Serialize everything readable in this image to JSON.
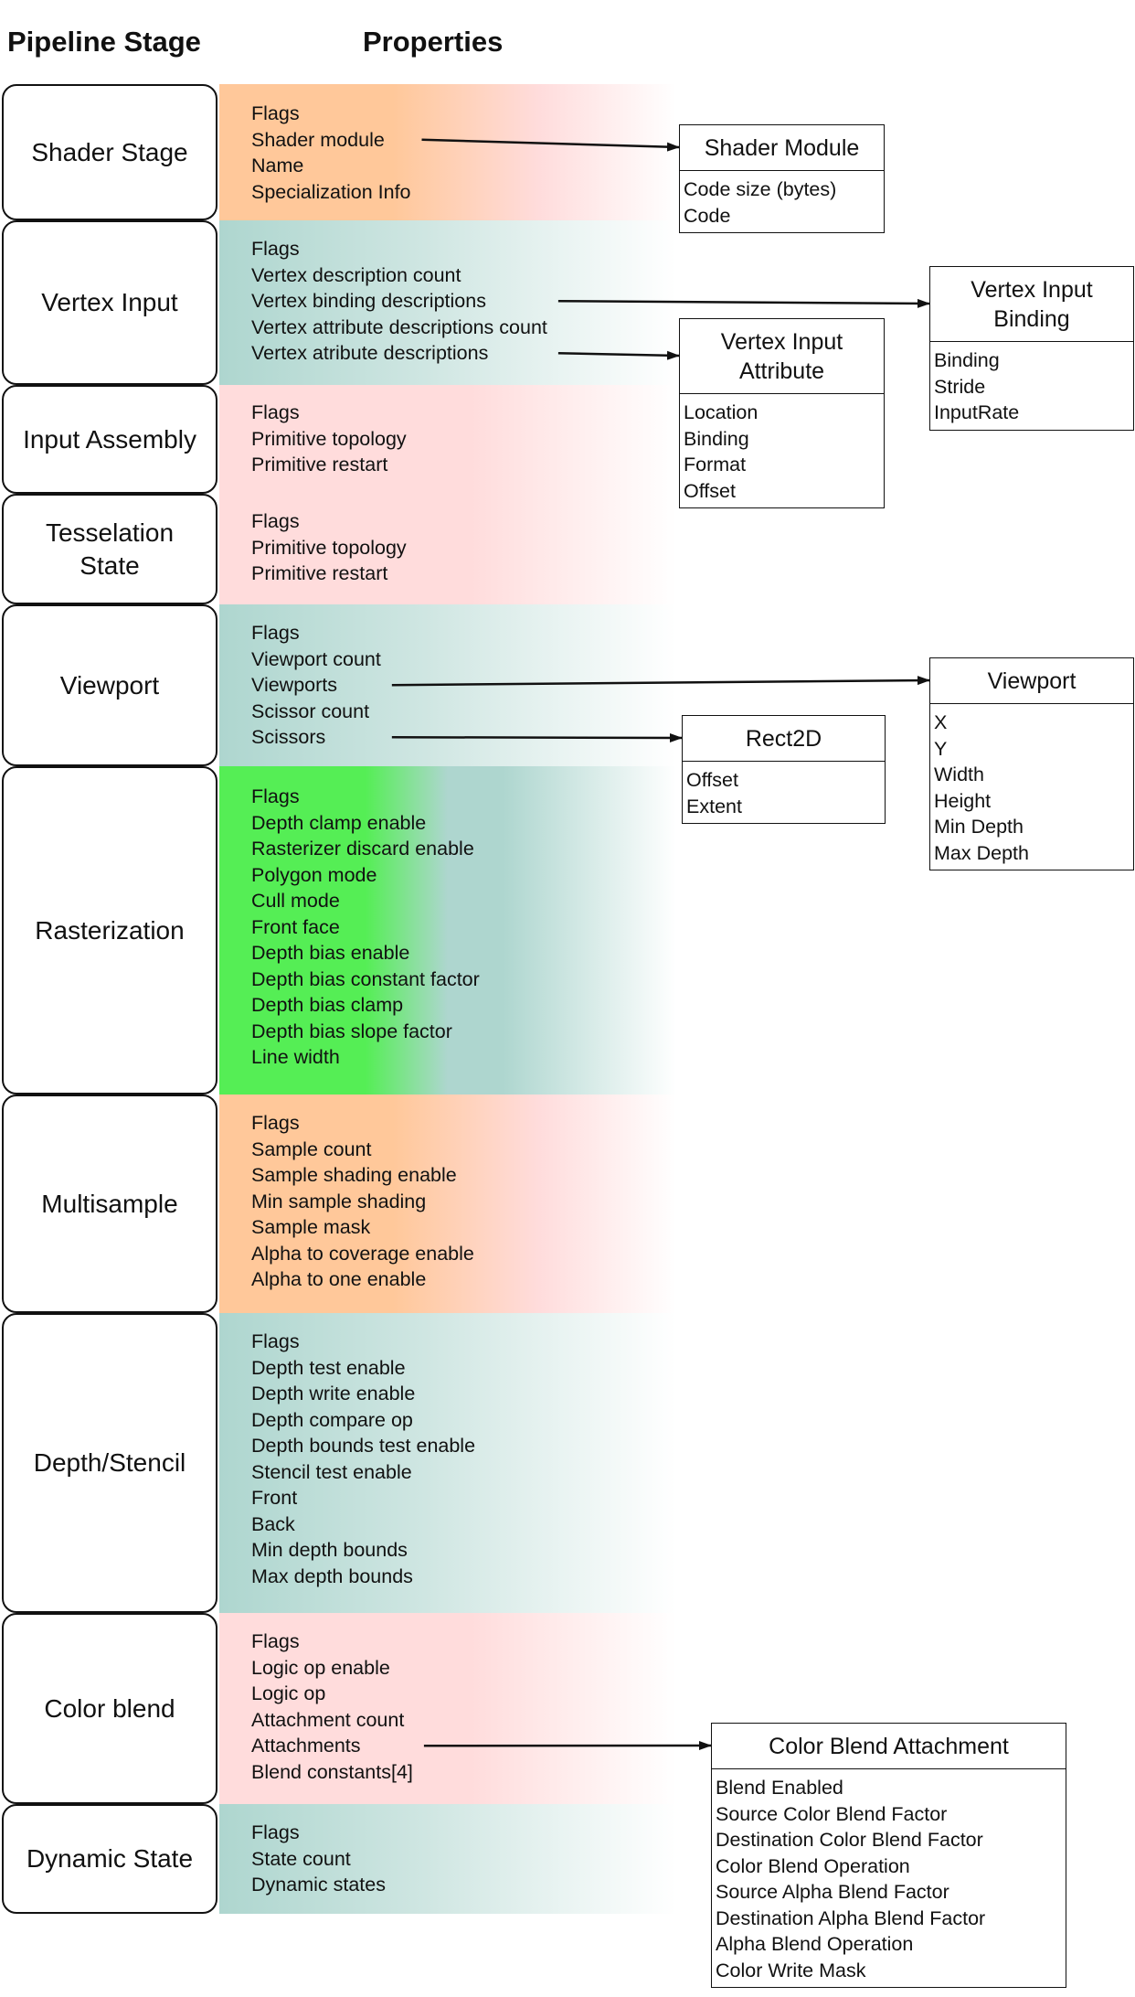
{
  "headers": {
    "stage": "Pipeline Stage",
    "properties": "Properties"
  },
  "colors": {
    "orange": "#ffc89a",
    "pink": "#ffdcdc",
    "teal": "#aed6cf",
    "green": "#55ee55",
    "border": "#111111"
  },
  "stages": [
    {
      "name": "Shader Stage",
      "band": "orange",
      "properties": [
        "Flags",
        "Shader module",
        "Name",
        "Specialization Info"
      ]
    },
    {
      "name": "Vertex Input",
      "band": "teal",
      "properties": [
        "Flags",
        "Vertex description count",
        "Vertex binding descriptions",
        "Vertex attribute descriptions count",
        "Vertex atribute descriptions"
      ]
    },
    {
      "name": "Input Assembly",
      "band": "pink",
      "properties": [
        "Flags",
        "Primitive topology",
        "Primitive restart"
      ]
    },
    {
      "name": "Tesselation\nState",
      "band": "pink",
      "properties": [
        "Flags",
        "Primitive topology",
        "Primitive restart"
      ]
    },
    {
      "name": "Viewport",
      "band": "teal",
      "properties": [
        "Flags",
        "Viewport count",
        "Viewports",
        "Scissor count",
        "Scissors"
      ]
    },
    {
      "name": "Rasterization",
      "band": "green",
      "properties": [
        "Flags",
        "Depth clamp enable",
        "Rasterizer discard enable",
        "Polygon mode",
        "Cull mode",
        "Front face",
        "Depth bias enable",
        "Depth bias constant factor",
        "Depth bias clamp",
        "Depth bias slope factor",
        "Line width"
      ]
    },
    {
      "name": "Multisample",
      "band": "orange",
      "properties": [
        "Flags",
        "Sample count",
        "Sample shading enable",
        "Min sample shading",
        "Sample mask",
        "Alpha to coverage enable",
        "Alpha to one enable"
      ]
    },
    {
      "name": "Depth/Stencil",
      "band": "teal",
      "properties": [
        "Flags",
        "Depth test enable",
        "Depth write enable",
        "Depth compare op",
        "Depth bounds test enable",
        "Stencil test enable",
        "Front",
        "Back",
        "Min depth bounds",
        "Max depth bounds"
      ]
    },
    {
      "name": "Color blend",
      "band": "pink",
      "properties": [
        "Flags",
        "Logic op enable",
        "Logic op",
        "Attachment count",
        "Attachments",
        "Blend constants[4]"
      ]
    },
    {
      "name": "Dynamic State",
      "band": "teal",
      "properties": [
        "Flags",
        "State count",
        "Dynamic states"
      ]
    }
  ],
  "structs": [
    {
      "title": "Shader Module",
      "fields": [
        "Code size (bytes)",
        "Code"
      ]
    },
    {
      "title": "Vertex Input Binding",
      "fields": [
        "Binding",
        "Stride",
        "InputRate"
      ]
    },
    {
      "title": "Vertex Input Attribute",
      "fields": [
        "Location",
        "Binding",
        "Format",
        "Offset"
      ]
    },
    {
      "title": "Viewport",
      "fields": [
        "X",
        "Y",
        "Width",
        "Height",
        "Min Depth",
        "Max Depth"
      ]
    },
    {
      "title": "Rect2D",
      "fields": [
        "Offset",
        "Extent"
      ]
    },
    {
      "title": "Color Blend Attachment",
      "fields": [
        "Blend Enabled",
        "Source Color Blend Factor",
        "Destination Color Blend Factor",
        "Color Blend Operation",
        "Source Alpha Blend Factor",
        "Destination Alpha Blend Factor",
        "Alpha Blend Operation",
        "Color Write Mask"
      ]
    }
  ],
  "links": [
    {
      "from_stage": 0,
      "from_property": 1,
      "to_struct": 0
    },
    {
      "from_stage": 1,
      "from_property": 2,
      "to_struct": 1
    },
    {
      "from_stage": 1,
      "from_property": 4,
      "to_struct": 2
    },
    {
      "from_stage": 4,
      "from_property": 2,
      "to_struct": 3
    },
    {
      "from_stage": 4,
      "from_property": 4,
      "to_struct": 4
    },
    {
      "from_stage": 8,
      "from_property": 4,
      "to_struct": 5
    }
  ]
}
